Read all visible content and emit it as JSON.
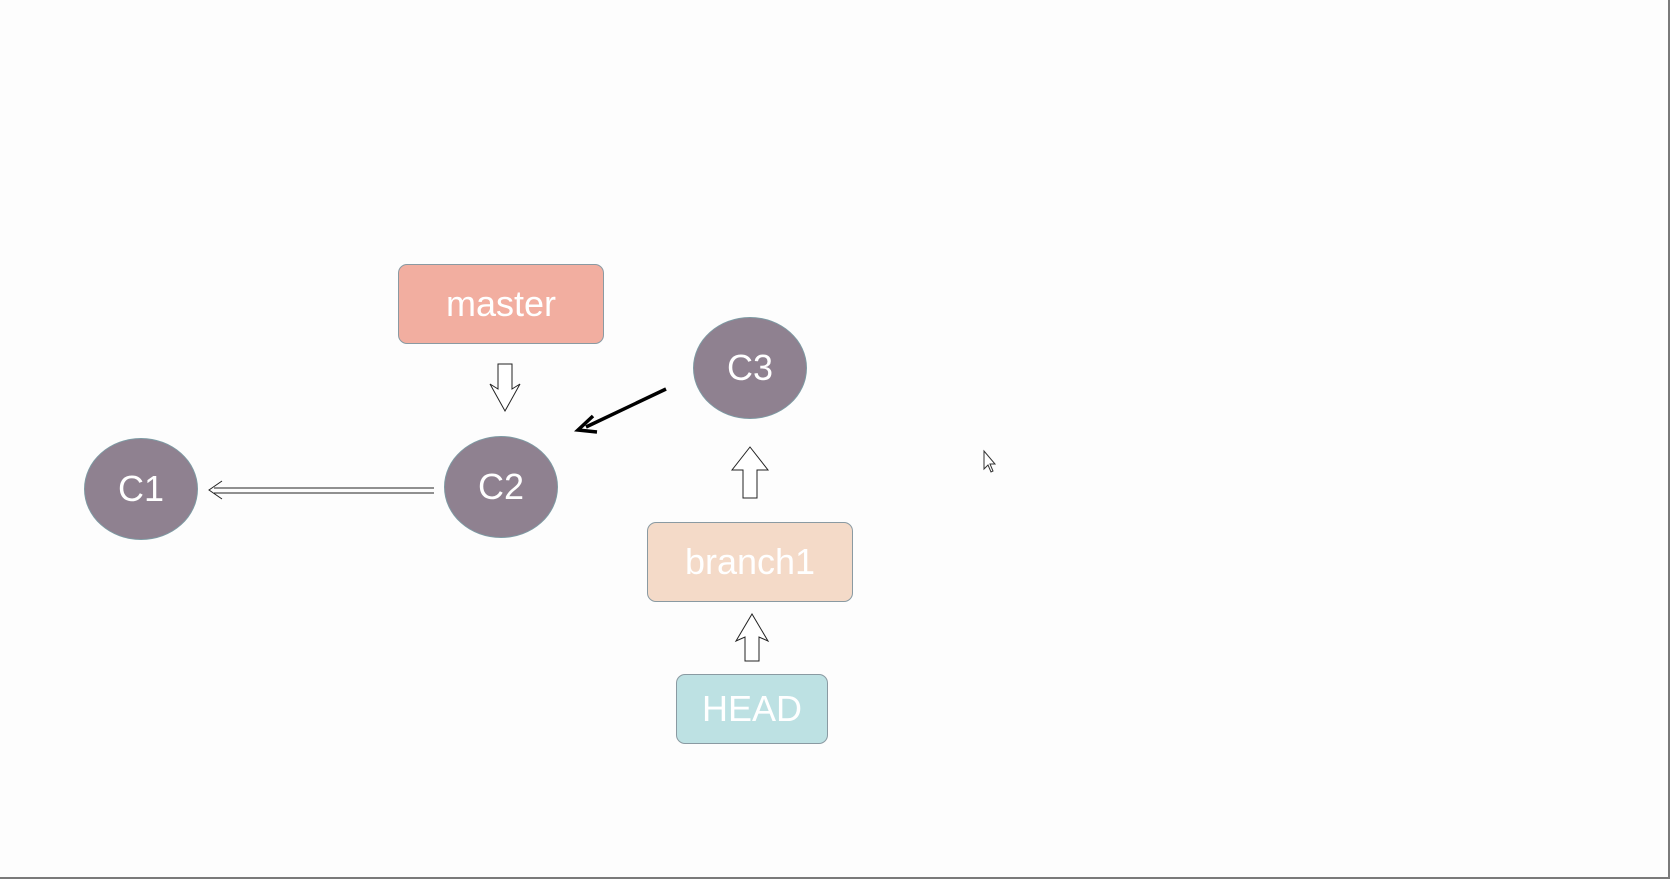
{
  "commits": {
    "c1": "C1",
    "c2": "C2",
    "c3": "C3"
  },
  "branches": {
    "master": "master",
    "branch1": "branch1",
    "head": "HEAD"
  },
  "colors": {
    "commit_fill": "#8f8190",
    "master_fill": "#f2aea0",
    "branch1_fill": "#f4dac8",
    "head_fill": "#bde1e3",
    "arrow_stroke": "#000000"
  },
  "icons": {
    "cursor": "mouse-pointer-icon"
  }
}
